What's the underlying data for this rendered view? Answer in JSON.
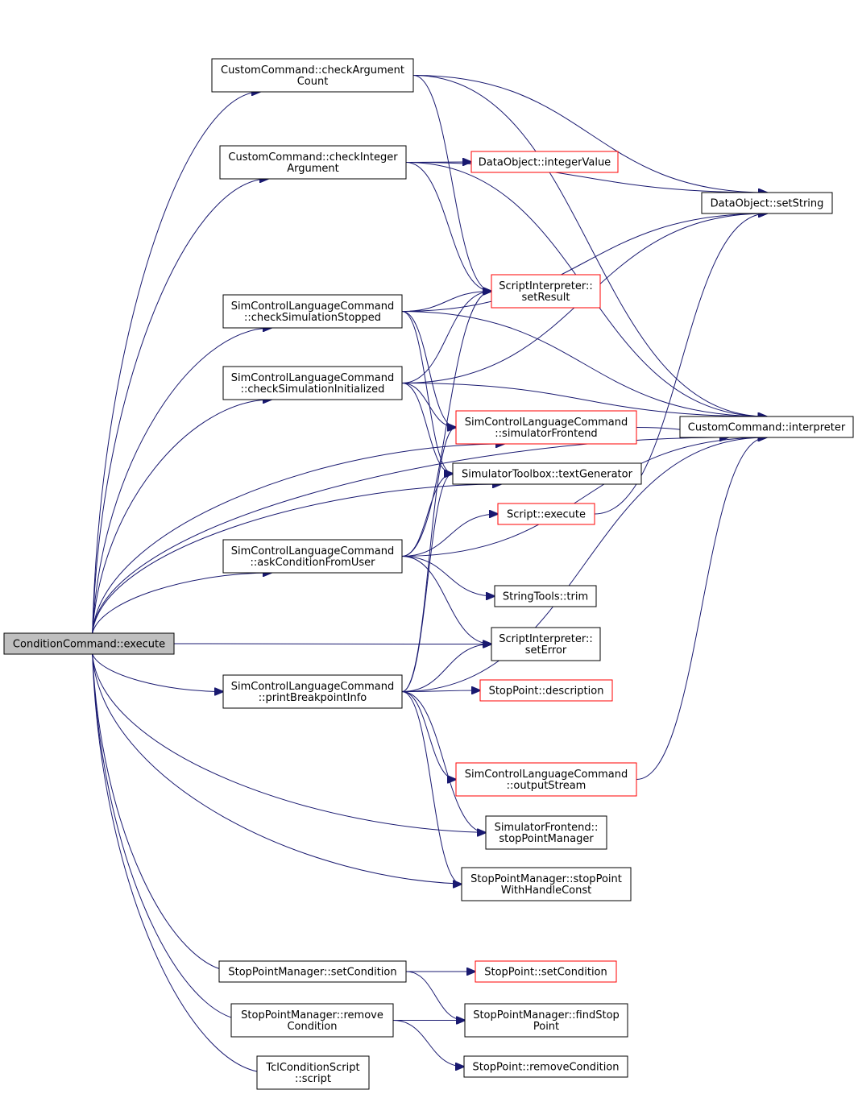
{
  "colors": {
    "edge": "#191970",
    "node_border": "#000000",
    "truncated_border": "#ff0000",
    "root_fill": "#bfbfbf",
    "node_fill": "#ffffff",
    "background": "#ffffff"
  },
  "nodes": [
    {
      "id": "root",
      "lines": [
        "ConditionCommand::execute"
      ],
      "type": "root"
    },
    {
      "id": "cc_checkArg",
      "lines": [
        "CustomCommand::checkArgument",
        "Count"
      ],
      "type": "normal"
    },
    {
      "id": "cc_checkInt",
      "lines": [
        "CustomCommand::checkInteger",
        "Argument"
      ],
      "type": "normal"
    },
    {
      "id": "do_intVal",
      "lines": [
        "DataObject::integerValue"
      ],
      "type": "truncated"
    },
    {
      "id": "do_setString",
      "lines": [
        "DataObject::setString"
      ],
      "type": "normal"
    },
    {
      "id": "si_setResult",
      "lines": [
        "ScriptInterpreter::",
        "setResult"
      ],
      "type": "truncated"
    },
    {
      "id": "sclc_checkStopped",
      "lines": [
        "SimControlLanguageCommand",
        "::checkSimulationStopped"
      ],
      "type": "normal"
    },
    {
      "id": "sclc_checkInit",
      "lines": [
        "SimControlLanguageCommand",
        "::checkSimulationInitialized"
      ],
      "type": "normal"
    },
    {
      "id": "sclc_simFrontend",
      "lines": [
        "SimControlLanguageCommand",
        "::simulatorFrontend"
      ],
      "type": "truncated"
    },
    {
      "id": "cc_interpreter",
      "lines": [
        "CustomCommand::interpreter"
      ],
      "type": "normal"
    },
    {
      "id": "st_textGen",
      "lines": [
        "SimulatorToolbox::textGenerator"
      ],
      "type": "normal"
    },
    {
      "id": "script_execute",
      "lines": [
        "Script::execute"
      ],
      "type": "truncated"
    },
    {
      "id": "sclc_askCond",
      "lines": [
        "SimControlLanguageCommand",
        "::askConditionFromUser"
      ],
      "type": "normal"
    },
    {
      "id": "strtools_trim",
      "lines": [
        "StringTools::trim"
      ],
      "type": "normal"
    },
    {
      "id": "si_setError",
      "lines": [
        "ScriptInterpreter::",
        "setError"
      ],
      "type": "normal"
    },
    {
      "id": "sclc_printBp",
      "lines": [
        "SimControlLanguageCommand",
        "::printBreakpointInfo"
      ],
      "type": "normal"
    },
    {
      "id": "sp_description",
      "lines": [
        "StopPoint::description"
      ],
      "type": "truncated"
    },
    {
      "id": "sclc_outStream",
      "lines": [
        "SimControlLanguageCommand",
        "::outputStream"
      ],
      "type": "truncated"
    },
    {
      "id": "sf_spManager",
      "lines": [
        "SimulatorFrontend::",
        "stopPointManager"
      ],
      "type": "normal"
    },
    {
      "id": "spm_withHandle",
      "lines": [
        "StopPointManager::stopPoint",
        "WithHandleConst"
      ],
      "type": "normal"
    },
    {
      "id": "spm_setCond",
      "lines": [
        "StopPointManager::setCondition"
      ],
      "type": "normal"
    },
    {
      "id": "sp_setCond",
      "lines": [
        "StopPoint::setCondition"
      ],
      "type": "truncated"
    },
    {
      "id": "spm_removeCond",
      "lines": [
        "StopPointManager::remove",
        "Condition"
      ],
      "type": "normal"
    },
    {
      "id": "spm_findStop",
      "lines": [
        "StopPointManager::findStop",
        "Point"
      ],
      "type": "normal"
    },
    {
      "id": "tcl_script",
      "lines": [
        "TclConditionScript",
        "::script"
      ],
      "type": "normal"
    },
    {
      "id": "sp_removeCond",
      "lines": [
        "StopPoint::removeCondition"
      ],
      "type": "normal"
    }
  ],
  "edges": [
    [
      "root",
      "cc_checkArg"
    ],
    [
      "root",
      "cc_checkInt"
    ],
    [
      "root",
      "sclc_checkStopped"
    ],
    [
      "root",
      "sclc_checkInit"
    ],
    [
      "root",
      "sclc_simFrontend"
    ],
    [
      "root",
      "st_textGen"
    ],
    [
      "root",
      "sclc_askCond"
    ],
    [
      "root",
      "si_setError"
    ],
    [
      "root",
      "sclc_printBp"
    ],
    [
      "root",
      "sf_spManager"
    ],
    [
      "root",
      "spm_withHandle"
    ],
    [
      "root",
      "cc_interpreter"
    ],
    [
      "root",
      "spm_setCond"
    ],
    [
      "root",
      "spm_removeCond"
    ],
    [
      "root",
      "tcl_script"
    ],
    [
      "cc_checkArg",
      "do_setString"
    ],
    [
      "cc_checkArg",
      "cc_interpreter"
    ],
    [
      "cc_checkArg",
      "si_setResult"
    ],
    [
      "cc_checkInt",
      "do_intVal"
    ],
    [
      "cc_checkInt",
      "do_setString"
    ],
    [
      "cc_checkInt",
      "cc_interpreter"
    ],
    [
      "cc_checkInt",
      "si_setResult"
    ],
    [
      "sclc_checkStopped",
      "do_setString"
    ],
    [
      "sclc_checkStopped",
      "cc_interpreter"
    ],
    [
      "sclc_checkStopped",
      "si_setResult"
    ],
    [
      "sclc_checkStopped",
      "sclc_simFrontend"
    ],
    [
      "sclc_checkStopped",
      "st_textGen"
    ],
    [
      "sclc_checkInit",
      "si_setResult"
    ],
    [
      "sclc_checkInit",
      "do_setString"
    ],
    [
      "sclc_checkInit",
      "cc_interpreter"
    ],
    [
      "sclc_checkInit",
      "sclc_simFrontend"
    ],
    [
      "sclc_checkInit",
      "st_textGen"
    ],
    [
      "sclc_simFrontend",
      "cc_interpreter"
    ],
    [
      "script_execute",
      "do_setString"
    ],
    [
      "sclc_askCond",
      "si_setResult"
    ],
    [
      "sclc_askCond",
      "st_textGen"
    ],
    [
      "sclc_askCond",
      "script_execute"
    ],
    [
      "sclc_askCond",
      "cc_interpreter"
    ],
    [
      "sclc_askCond",
      "strtools_trim"
    ],
    [
      "sclc_askCond",
      "si_setError"
    ],
    [
      "sclc_printBp",
      "sclc_simFrontend"
    ],
    [
      "sclc_printBp",
      "st_textGen"
    ],
    [
      "sclc_printBp",
      "si_setError"
    ],
    [
      "sclc_printBp",
      "sp_description"
    ],
    [
      "sclc_printBp",
      "cc_interpreter"
    ],
    [
      "sclc_printBp",
      "sclc_outStream"
    ],
    [
      "sclc_printBp",
      "sf_spManager"
    ],
    [
      "sclc_printBp",
      "spm_withHandle"
    ],
    [
      "sclc_outStream",
      "cc_interpreter"
    ],
    [
      "spm_setCond",
      "sp_setCond"
    ],
    [
      "spm_setCond",
      "spm_findStop"
    ],
    [
      "spm_removeCond",
      "spm_findStop"
    ],
    [
      "spm_removeCond",
      "sp_removeCond"
    ]
  ]
}
